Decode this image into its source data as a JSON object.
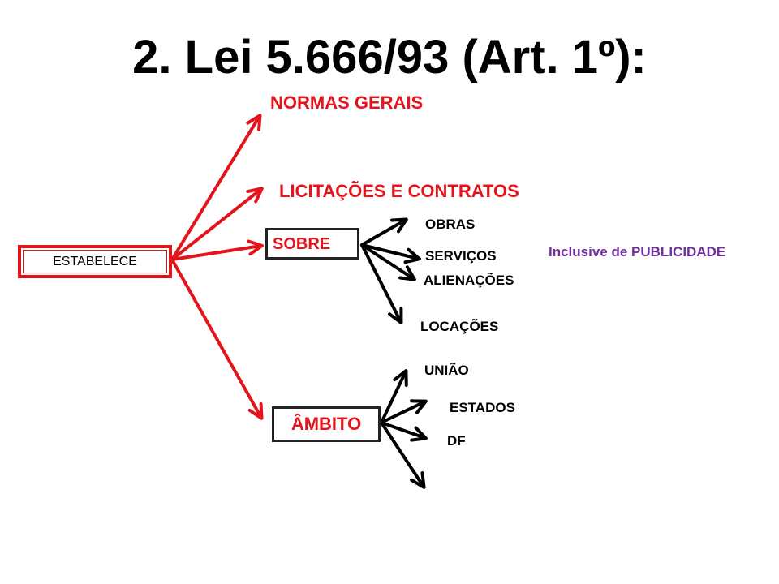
{
  "title": "2. Lei 5.666/93 (Art. 1º):",
  "root": {
    "label": "ESTABELECE"
  },
  "branches": {
    "normas_gerais": "NORMAS GERAIS",
    "licitacoes_contratos": "LICITAÇÕES E CONTRATOS",
    "sobre": "SOBRE",
    "ambito": "ÂMBITO"
  },
  "sobre_items": [
    "OBRAS",
    "SERVIÇOS",
    "ALIENAÇÕES",
    "LOCAÇÕES"
  ],
  "servicos_note": "Inclusive de PUBLICIDADE",
  "ambito_items": [
    "UNIÃO",
    "ESTADOS",
    "DF"
  ],
  "colors": {
    "primary_arrow": "#e3141b",
    "secondary_arrow": "#000000",
    "note": "#7030a0"
  }
}
